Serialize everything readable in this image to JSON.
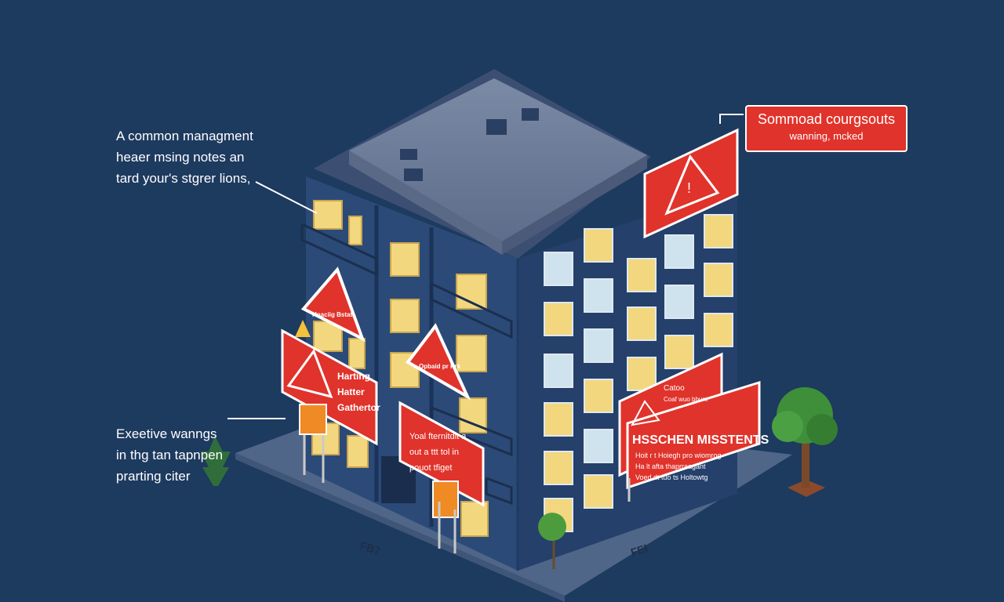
{
  "notes": {
    "top": [
      "A common managment",
      "heaer msing notes an",
      "tard your's stgrer lions,"
    ],
    "bottom": [
      "Exeetive wanngs",
      "in thg tan tapnpen",
      "prarting citer"
    ]
  },
  "callout_box": {
    "title": "Sommoad courgsouts",
    "subtitle": "wanning, mcked"
  },
  "signs": {
    "left_board": [
      "Harting",
      "Hatter",
      "Gathertor"
    ],
    "center_board": [
      "Yoal fternitdit a",
      "out a ttt tol in",
      "pouot tfiget"
    ],
    "right_board_title": "HSSCHEN MISSTENTS",
    "right_board_small": [
      "Catoo",
      "Coaf wuo bbunt"
    ],
    "right_board_lines": [
      "Hoit r t Hoiegh pro wiomrog",
      "Ha lt afta thaprraagant",
      "Voed dt tuo ts Holtowtg"
    ],
    "triangle_left_text": "Hnaciig Bstat",
    "triangle_center_text": "Opbaid pr Prk"
  },
  "ground_labels": [
    "FB7",
    "FEI"
  ],
  "colors": {
    "background": "#1d3a5f",
    "sign_red": "#e0332b",
    "building_front": "#2b4a78",
    "building_side": "#24406b",
    "window_lit": "#f3d77e",
    "window_cool": "#cfe3ef",
    "tree_green": "#3f8f3a"
  }
}
